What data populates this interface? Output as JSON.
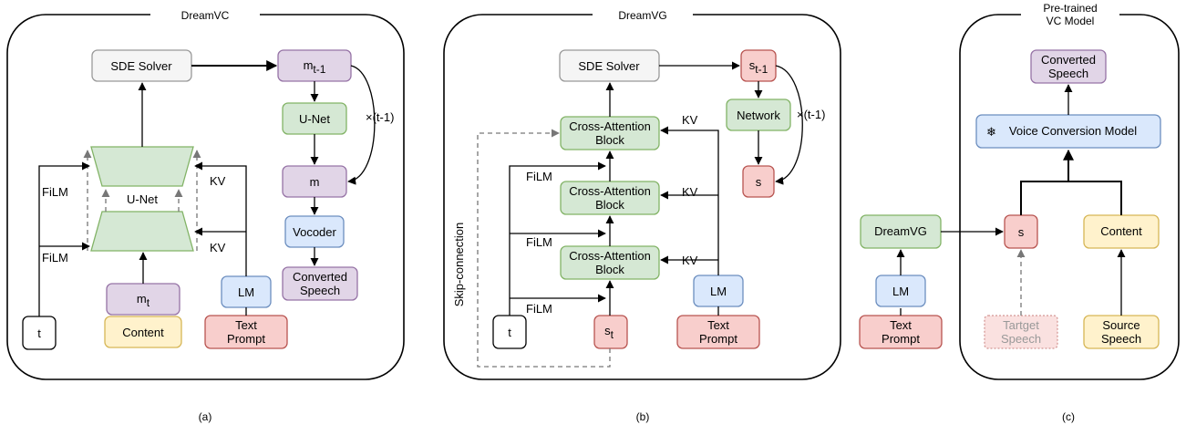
{
  "panels": {
    "a": {
      "title": "DreamVC",
      "caption": "(a)",
      "sde_solver": "SDE Solver",
      "m_prev": {
        "base": "m",
        "sub": "t-1"
      },
      "unet_small": "U-Net",
      "loop_label": "×(t-1)",
      "m": "m",
      "vocoder": "Vocoder",
      "converted_speech": [
        "Converted",
        "Speech"
      ],
      "unet_big": "U-Net",
      "film_top": "FiLM",
      "film_bottom": "FiLM",
      "kv_top": "KV",
      "kv_bottom": "KV",
      "t": "t",
      "m_t": {
        "base": "m",
        "sub": "t"
      },
      "content": "Content",
      "lm": "LM",
      "text_prompt": [
        "Text",
        "Prompt"
      ]
    },
    "b": {
      "title": "DreamVG",
      "caption": "(b)",
      "sde_solver": "SDE Solver",
      "s_prev": {
        "base": "s",
        "sub": "t-1"
      },
      "network": "Network",
      "loop_label": "×(t-1)",
      "s": "s",
      "cross_attention": [
        [
          "Cross-Attention",
          "Block"
        ],
        [
          "Cross-Attention",
          "Block"
        ],
        [
          "Cross-Attention",
          "Block"
        ]
      ],
      "kv": [
        "KV",
        "KV",
        "KV"
      ],
      "film": [
        "FiLM",
        "FiLM",
        "FiLM"
      ],
      "skip_connection": "Skip-connection",
      "t": "t",
      "s_t": {
        "base": "s",
        "sub": "t"
      },
      "lm": "LM",
      "text_prompt": [
        "Text",
        "Prompt"
      ]
    },
    "c": {
      "title": [
        "Pre-trained",
        "VC Model"
      ],
      "caption": "(c)",
      "converted_speech": [
        "Converted",
        "Speech"
      ],
      "vc_model": "Voice Conversion Model",
      "vc_icon": "snowflake-icon",
      "dreamvg": "DreamVG",
      "lm": "LM",
      "text_prompt": [
        "Text",
        "Prompt"
      ],
      "s": "s",
      "content": "Content",
      "target_speech": [
        "Tartget",
        "Speech"
      ],
      "source_speech": [
        "Source",
        "Speech"
      ]
    }
  },
  "colors": {
    "gray_fill": "#f5f5f5",
    "purple_fill": "#e1d5e7",
    "green_fill": "#d5e8d4",
    "blue_fill": "#dae8fc",
    "yellow_fill": "#fff2cc",
    "red_fill": "#f8cecc"
  }
}
